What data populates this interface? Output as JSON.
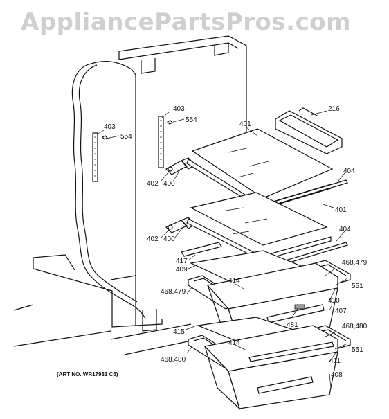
{
  "watermark": {
    "text": "AppliancePartsPros.com"
  },
  "art_number": "(ART NO. WR17931 C6)",
  "callouts": {
    "c216": "216",
    "c401a": "401",
    "c401b": "401",
    "c404a": "404",
    "c404b": "404",
    "c403a": "403",
    "c403b": "403",
    "c554a": "554",
    "c554b": "554",
    "c402a": "402",
    "c402b": "402",
    "c400a": "400",
    "c400b": "400",
    "c417": "417",
    "c409": "409",
    "c414a": "414",
    "c414b": "414",
    "c468_479a": "468,479",
    "c468_479b": "468,479",
    "c468_480a": "468,480",
    "c468_480b": "468,480",
    "c551a": "551",
    "c551b": "551",
    "c410": "410",
    "c407": "407",
    "c481": "481",
    "c415": "415",
    "c411": "411",
    "c408": "408"
  }
}
